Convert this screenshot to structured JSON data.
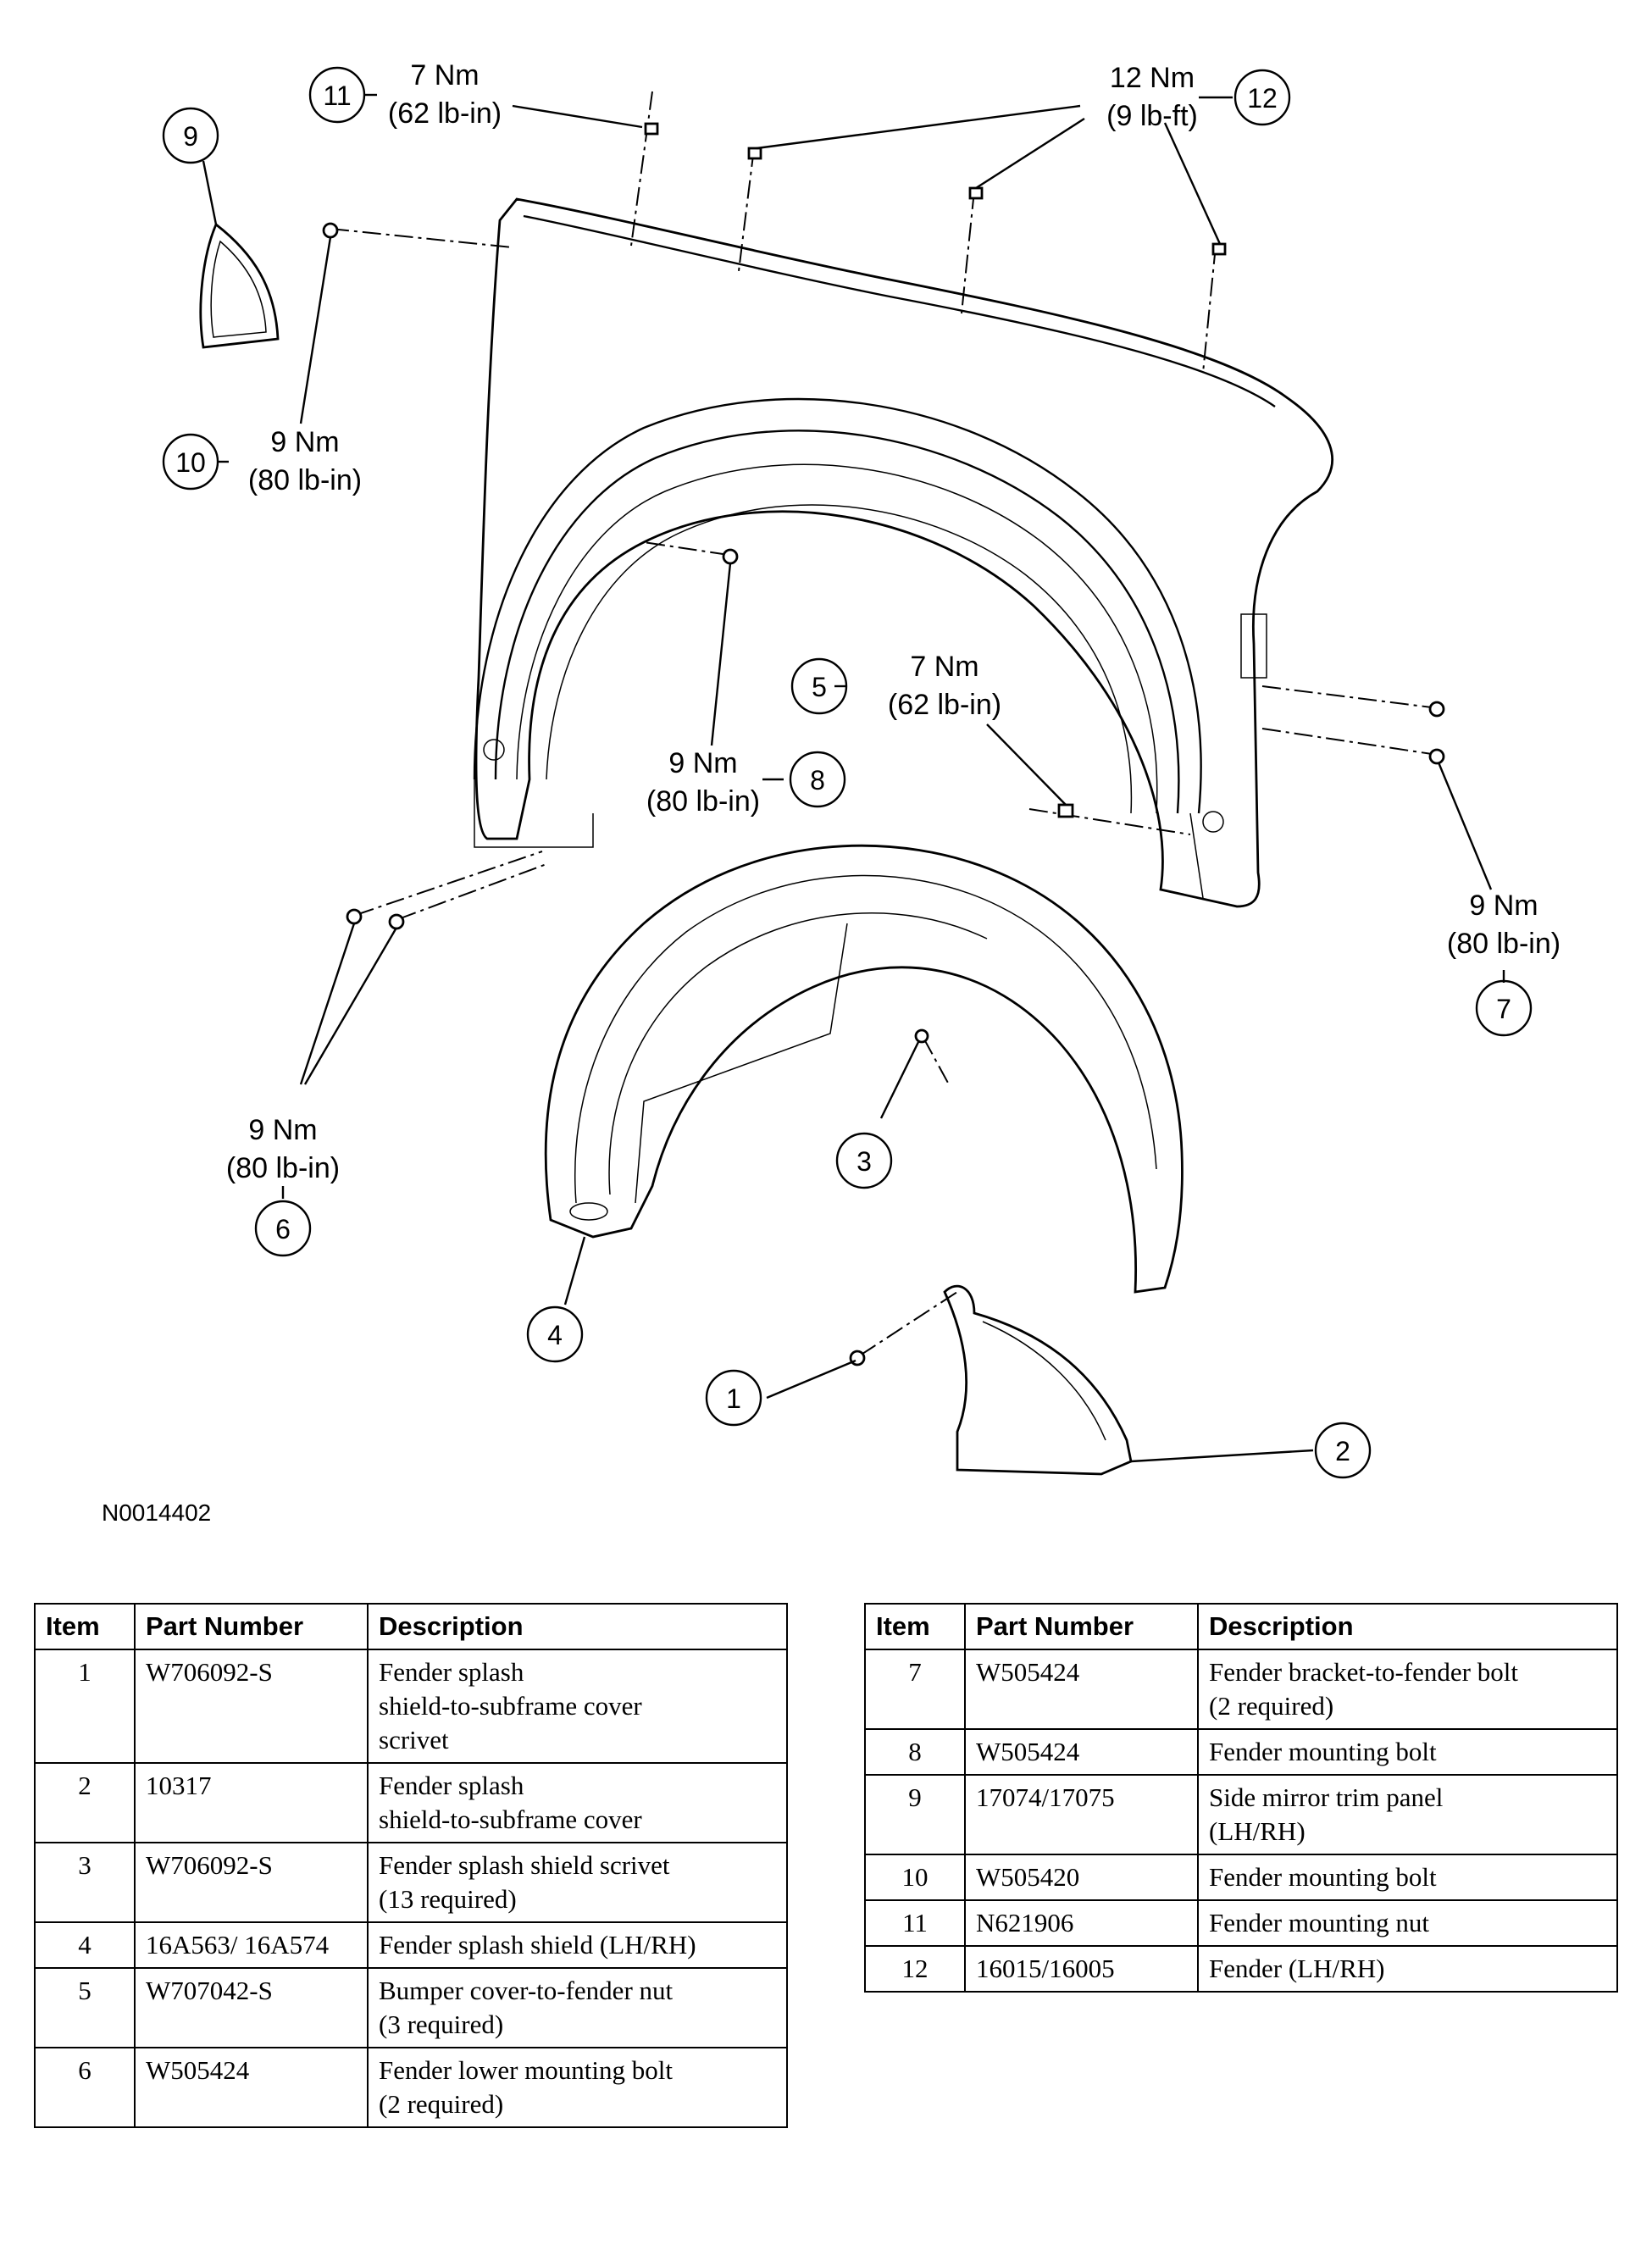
{
  "diagram": {
    "figure_code": "N0014402",
    "callouts": [
      {
        "item": "1"
      },
      {
        "item": "2"
      },
      {
        "item": "3"
      },
      {
        "item": "4"
      },
      {
        "item": "5",
        "torque": "7 Nm",
        "torque_alt": "(62 lb-in)"
      },
      {
        "item": "6",
        "torque": "9 Nm",
        "torque_alt": "(80 lb-in)"
      },
      {
        "item": "7",
        "torque": "9 Nm",
        "torque_alt": "(80 lb-in)"
      },
      {
        "item": "8",
        "torque": "9 Nm",
        "torque_alt": "(80 lb-in)"
      },
      {
        "item": "9"
      },
      {
        "item": "10",
        "torque": "9 Nm",
        "torque_alt": "(80 lb-in)"
      },
      {
        "item": "11",
        "torque": "7 Nm",
        "torque_alt": "(62 lb-in)"
      },
      {
        "item": "12",
        "torque": "12 Nm",
        "torque_alt": "(9 lb-ft)"
      }
    ]
  },
  "table": {
    "headers": [
      "Item",
      "Part Number",
      "Description"
    ],
    "left_rows": [
      {
        "item": "1",
        "part": "W706092-S",
        "desc": [
          "Fender splash",
          "shield-to-subframe cover",
          "scrivet"
        ]
      },
      {
        "item": "2",
        "part": "10317",
        "desc": [
          "Fender splash",
          "shield-to-subframe cover"
        ]
      },
      {
        "item": "3",
        "part": "W706092-S",
        "desc": [
          "Fender splash shield scrivet",
          "(13 required)"
        ]
      },
      {
        "item": "4",
        "part": "16A563/ 16A574",
        "desc": [
          "Fender splash shield (LH/RH)"
        ]
      },
      {
        "item": "5",
        "part": "W707042-S",
        "desc": [
          "Bumper cover-to-fender nut",
          "(3 required)"
        ]
      },
      {
        "item": "6",
        "part": "W505424",
        "desc": [
          "Fender lower mounting bolt",
          "(2 required)"
        ]
      }
    ],
    "right_rows": [
      {
        "item": "7",
        "part": "W505424",
        "desc": [
          "Fender bracket-to-fender bolt",
          "(2 required)"
        ]
      },
      {
        "item": "8",
        "part": "W505424",
        "desc": [
          "Fender mounting bolt"
        ]
      },
      {
        "item": "9",
        "part": "17074/17075",
        "desc": [
          "Side mirror trim panel",
          "(LH/RH)"
        ]
      },
      {
        "item": "10",
        "part": "W505420",
        "desc": [
          "Fender mounting bolt"
        ]
      },
      {
        "item": "11",
        "part": "N621906",
        "desc": [
          "Fender mounting nut"
        ]
      },
      {
        "item": "12",
        "part": "16015/16005",
        "desc": [
          "Fender (LH/RH)"
        ]
      }
    ]
  }
}
